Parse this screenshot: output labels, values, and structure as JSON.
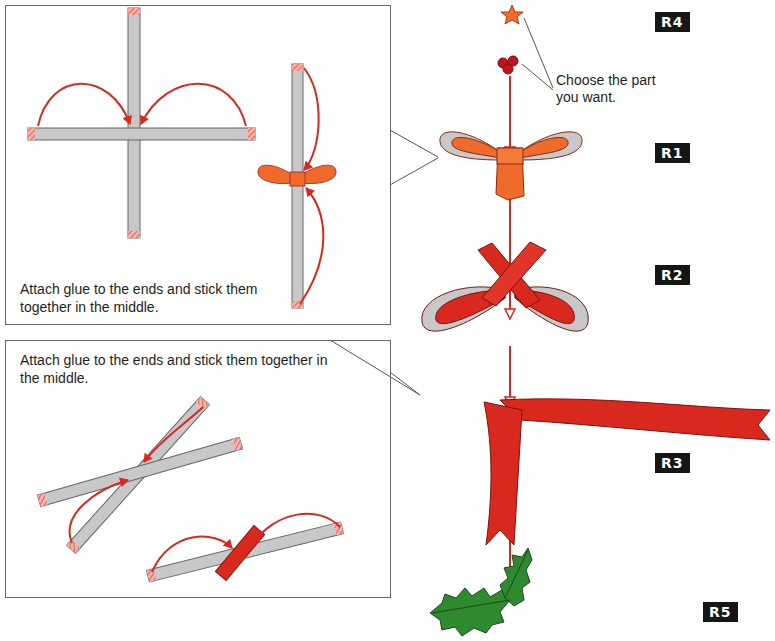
{
  "diagram": {
    "nodes": [
      {
        "text": [
          "Attach glue to the ends and stick them together in the middle."
        ]
      },
      {
        "text": [
          "R4"
        ]
      },
      {
        "text": [
          "R1"
        ]
      },
      {
        "text": [
          "Attach glue to the ends and stick them together in the middle."
        ]
      },
      {
        "text": [
          "R2"
        ]
      },
      {
        "text": [
          "R3"
        ]
      },
      {
        "text": [
          "R5"
        ]
      }
    ],
    "labels": [
      "Choose the part you want."
    ]
  }
}
